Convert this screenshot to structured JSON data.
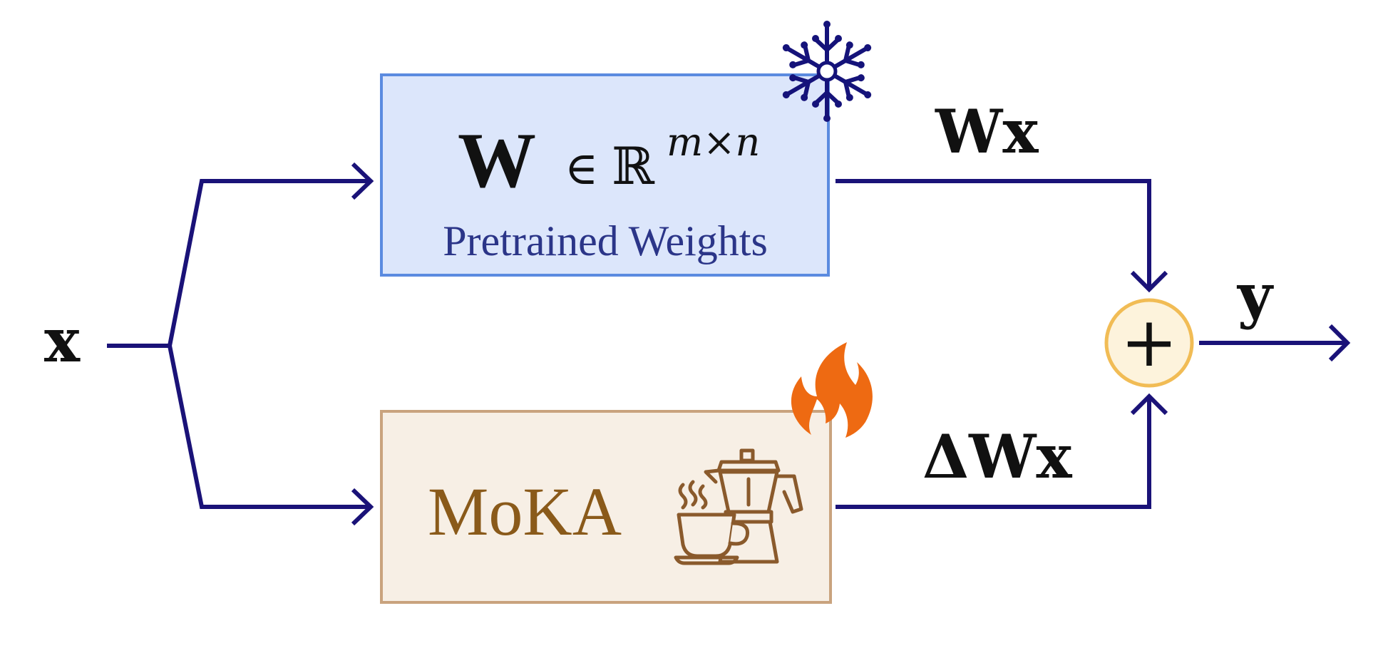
{
  "input": {
    "symbol": "x"
  },
  "output": {
    "symbol": "y"
  },
  "pretrained": {
    "symbol": "W",
    "member": "∈",
    "space": "ℝ",
    "dims": "m×n",
    "caption": "Pretrained Weights",
    "status_icon": "snowflake-icon"
  },
  "moka": {
    "label": "MoKA",
    "icon": "coffee-pot-and-cup-icon",
    "status_icon": "fire-icon"
  },
  "paths": {
    "top_label": "Wx",
    "bottom_label": "ΔWx"
  },
  "sum": {
    "symbol": "+"
  },
  "colors": {
    "line": "#1a1278",
    "frozen_fill": "#dce6fb",
    "frozen_border": "#5b8be0",
    "frozen_text": "#2b3588",
    "trainable_fill": "#f7efe5",
    "trainable_border": "#c9a37e",
    "moka_text": "#8a5a1a",
    "coffee_icon": "#8a5a2c",
    "sum_fill": "#fdf3dc",
    "sum_border": "#f1bc55",
    "fire": "#ee6a12",
    "snow": "#15137a"
  }
}
